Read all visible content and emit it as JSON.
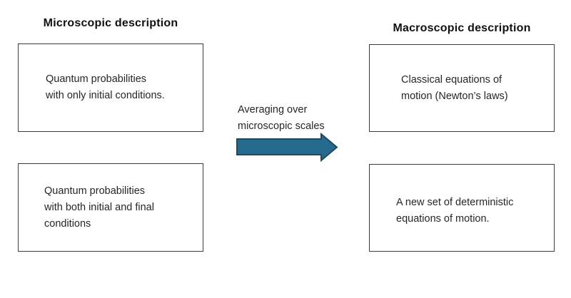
{
  "page": {
    "background": "#ffffff",
    "box_border_color": "#3c3c3c",
    "text_color": "#262626"
  },
  "left_column": {
    "title": "Microscopic description",
    "boxes": [
      {
        "lines": [
          "Quantum probabilities",
          "with only initial conditions."
        ]
      },
      {
        "lines": [
          "Quantum probabilities",
          "with both initial and final",
          "conditions"
        ]
      }
    ]
  },
  "right_column": {
    "title": "Macroscopic description",
    "boxes": [
      {
        "lines": [
          "Classical equations of",
          "motion (Newton’s laws)"
        ]
      },
      {
        "lines": [
          "A  new set of deterministic",
          "equations of motion."
        ]
      }
    ]
  },
  "center": {
    "arrow_label_lines": [
      "Averaging over",
      "microscopic scales"
    ],
    "arrow_icon": "right-block-arrow",
    "arrow_fill": "#266B8D",
    "arrow_stroke": "#1C4B63"
  }
}
